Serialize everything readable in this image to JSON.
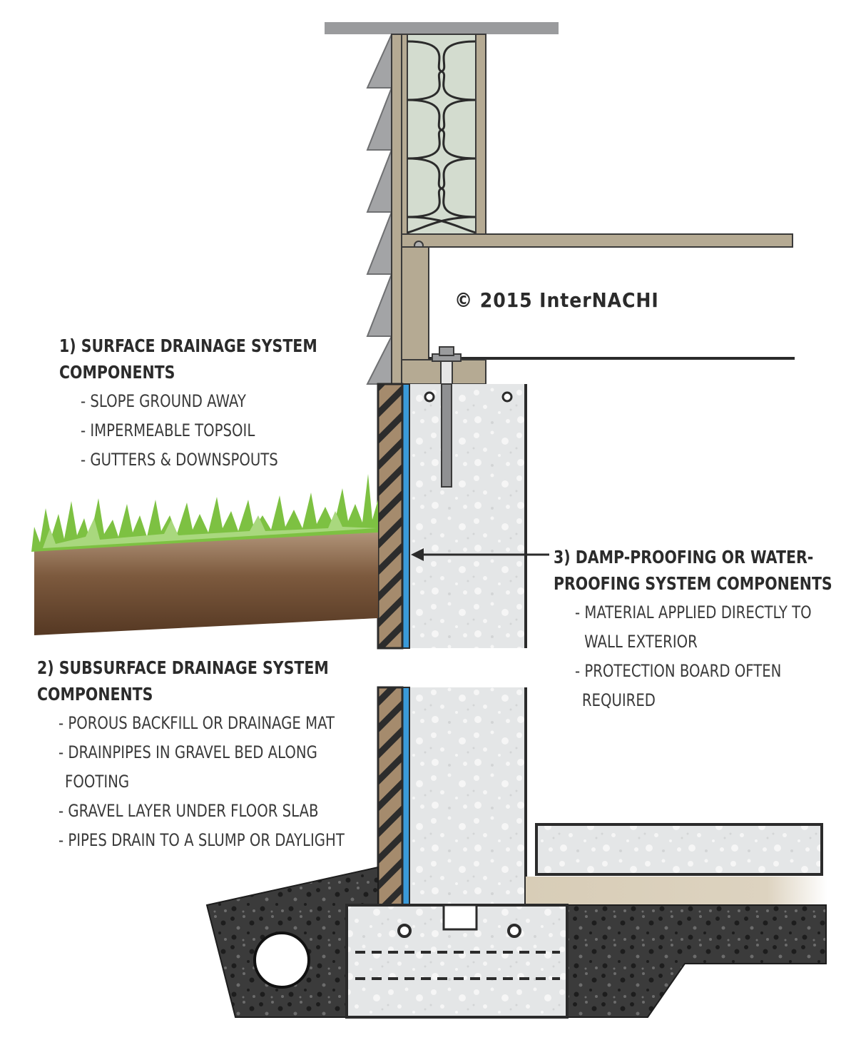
{
  "copyright": "© 2015 InterNACHI",
  "section1": {
    "title_line1": "1) SURFACE DRAINAGE SYSTEM",
    "title_line2": "COMPONENTS",
    "items": [
      "- SLOPE GROUND AWAY",
      "- IMPERMEABLE TOPSOIL",
      "- GUTTERS & DOWNSPOUTS"
    ]
  },
  "section2": {
    "title_line1": "2) SUBSURFACE DRAINAGE SYSTEM",
    "title_line2": "COMPONENTS",
    "items": [
      "- POROUS BACKFILL OR DRAINAGE MAT",
      "- DRAINPIPES IN GRAVEL BED ALONG",
      "FOOTING",
      "- GRAVEL LAYER UNDER FLOOR SLAB",
      "- PIPES DRAIN TO A SLUMP OR DAYLIGHT"
    ]
  },
  "section3": {
    "title_line1": "3) DAMP-PROOFING OR WATER-",
    "title_line2": "PROOFING SYSTEM COMPONENTS",
    "items": [
      "- MATERIAL APPLIED DIRECTLY TO",
      "WALL EXTERIOR",
      "- PROTECTION BOARD OFTEN",
      "REQUIRED"
    ]
  },
  "colors": {
    "siding": "#9a9b9d",
    "insulation": "#d3dccf",
    "wood": "#b7ab94",
    "concrete": "#e3e5e6",
    "gravel": "#3b3b3b",
    "membrane": "#3a9ad9",
    "soil": "#6e4e35",
    "grass": "#7dc142"
  }
}
